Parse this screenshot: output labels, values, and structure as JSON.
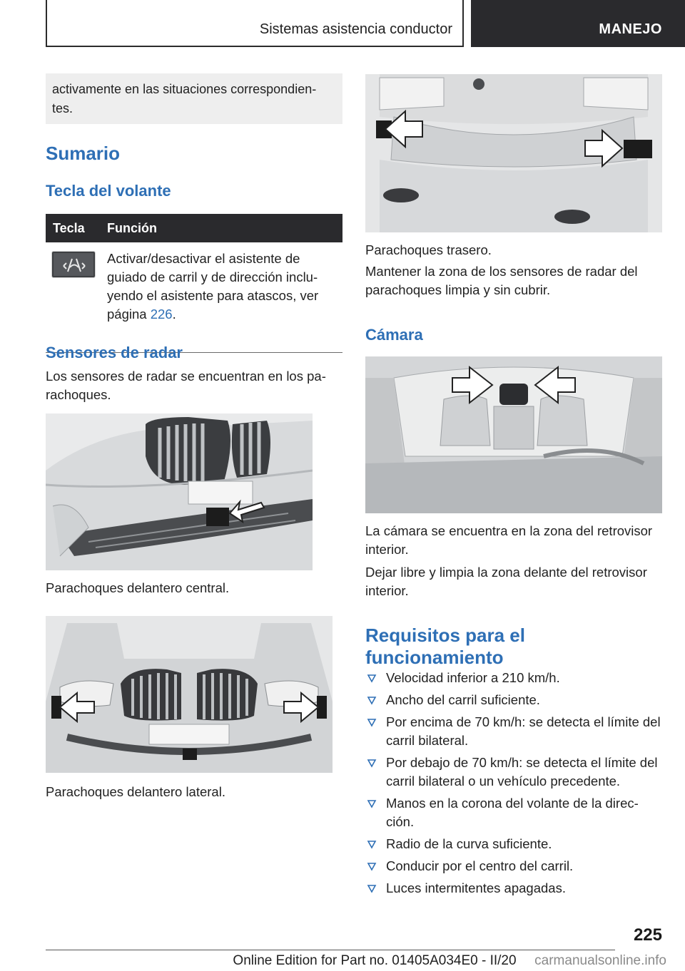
{
  "header": {
    "section_title": "Sistemas asistencia conductor",
    "chapter_tab": "MANEJO"
  },
  "left": {
    "note_text": "activamente en las situaciones correspondien-tes.",
    "h_summary": "Sumario",
    "h_wheel_button": "Tecla del volante",
    "table": {
      "col_key": "Tecla",
      "col_function": "Función",
      "row_desc": "Activar/desactivar el asistente de guiado de carril y de dirección inclu-yendo el asistente para atascos, ver página ",
      "row_page_link": "226",
      "row_desc_end": "."
    },
    "h_radar": "Sensores de radar",
    "radar_text": "Los sensores de radar se encuentran en los pa-rachoques.",
    "caption_front_center": "Parachoques delantero central.",
    "caption_front_side": "Parachoques delantero lateral."
  },
  "right": {
    "caption_rear": "Parachoques trasero.",
    "rear_text": "Mantener la zona de los sensores de radar del parachoques limpia y sin cubrir.",
    "h_camera": "Cámara",
    "camera_text_1": "La cámara se encuentra en la zona del retrovisor interior.",
    "camera_text_2": "Dejar libre y limpia la zona delante del retrovisor interior.",
    "h_requirements_1": "Requisitos para el",
    "h_requirements_2": "funcionamiento",
    "requirements": [
      "Velocidad inferior a 210 km/h.",
      "Ancho del carril suficiente.",
      "Por encima de 70 km/h: se detecta el límite del carril bilateral.",
      "Por debajo de 70 km/h: se detecta el límite del carril bilateral o un vehículo precedente.",
      "Manos en la corona del volante de la direc-ción.",
      "Radio de la curva suficiente.",
      "Conducir por el centro del carril.",
      "Luces intermitentes apagadas."
    ]
  },
  "footer": {
    "page_number": "225",
    "edition_text": "Online Edition for Part no. 01405A034E0 - II/20",
    "watermark": "carmanualsonline.info"
  },
  "colors": {
    "accent_blue": "#2e6fb5",
    "dark_header": "#2a2a2d",
    "note_bg": "#eeeeee"
  }
}
